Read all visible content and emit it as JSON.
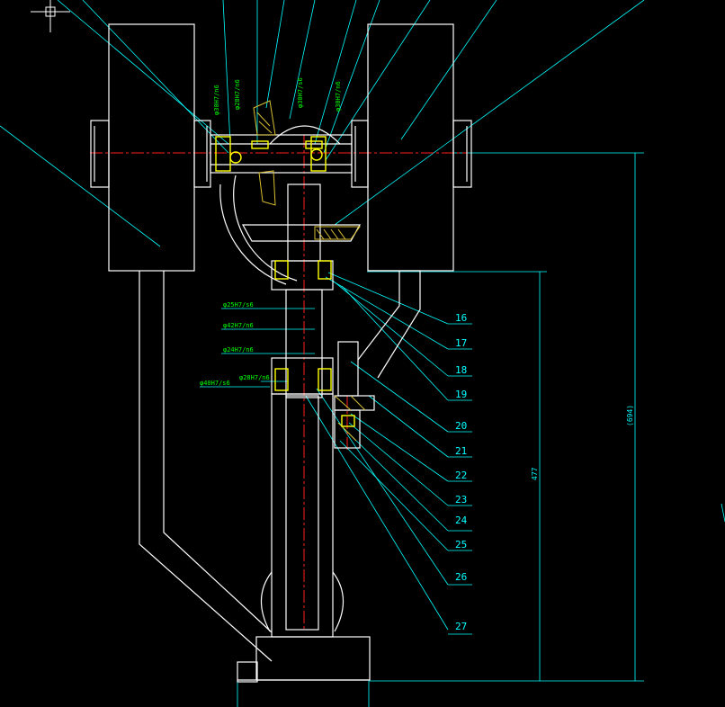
{
  "colors": {
    "background": "#000000",
    "outline": "#ffffff",
    "leader": "#00ffff",
    "centerline": "#ff2020",
    "fit": "#00ff00",
    "bearing": "#ffff00",
    "hatch": "#d8c030"
  },
  "fits": {
    "top_1": "φ30H7/n6",
    "top_2": "φ28H7/n6",
    "top_3": "φ30H7/s6",
    "top_4": "φ30H7/n6",
    "left_1": "φ25H7/s6",
    "left_2": "φ42H7/n6",
    "left_3": "φ24H7/n6",
    "left_4": "φ28H7/n6",
    "left_5": "φ40H7/s6"
  },
  "part_numbers": [
    "16",
    "17",
    "18",
    "19",
    "20",
    "21",
    "22",
    "23",
    "24",
    "25",
    "26",
    "27"
  ],
  "dimensions": {
    "vertical_inner": "477",
    "vertical_outer": "(694)"
  }
}
